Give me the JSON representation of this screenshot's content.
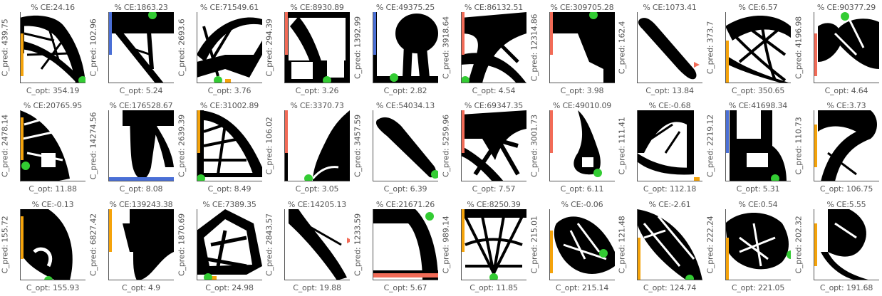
{
  "colors": {
    "structure": "#000000",
    "load_point": "#33cc33",
    "support_orange": "#f5a30a",
    "support_blue": "#4a6fd6",
    "support_red": "#f26b57",
    "label_text": "#555555"
  },
  "panels": [
    {
      "ce": "% CE:24.16",
      "pred": "C_pred: 439.75",
      "opt": "C_opt: 354.19"
    },
    {
      "ce": "% CE:1863.23",
      "pred": "C_pred: 102.96",
      "opt": "C_opt: 5.24"
    },
    {
      "ce": "% CE:71549.61",
      "pred": "C_pred: 2693.6",
      "opt": "C_opt: 3.76"
    },
    {
      "ce": "% CE:8930.89",
      "pred": "C_pred: 294.39",
      "opt": "C_opt: 3.26"
    },
    {
      "ce": "% CE:49375.25",
      "pred": "C_pred: 1392.99",
      "opt": "C_opt: 2.82"
    },
    {
      "ce": "% CE:86132.51",
      "pred": "C_pred: 3918.64",
      "opt": "C_opt: 4.54"
    },
    {
      "ce": "% CE:309705.28",
      "pred": "C_pred: 12314.86",
      "opt": "C_opt: 3.98"
    },
    {
      "ce": "% CE:1073.41",
      "pred": "C_pred: 162.4",
      "opt": "C_opt: 13.84"
    },
    {
      "ce": "% CE:6.57",
      "pred": "C_pred: 373.7",
      "opt": "C_opt: 350.65"
    },
    {
      "ce": "% CE:90377.29",
      "pred": "C_pred: 4196.98",
      "opt": "C_opt: 4.64"
    },
    {
      "ce": "% CE:20765.95",
      "pred": "C_pred: 2478.14",
      "opt": "C_opt: 11.88"
    },
    {
      "ce": "% CE:176528.67",
      "pred": "C_pred: 14274.56",
      "opt": "C_opt: 8.08"
    },
    {
      "ce": "% CE:31002.89",
      "pred": "C_pred: 2639.39",
      "opt": "C_opt: 8.49"
    },
    {
      "ce": "% CE:3370.73",
      "pred": "C_pred: 106.02",
      "opt": "C_opt: 3.05"
    },
    {
      "ce": "% CE:54034.13",
      "pred": "C_pred: 3457.59",
      "opt": "C_opt: 6.39"
    },
    {
      "ce": "% CE:69347.35",
      "pred": "C_pred: 5259.96",
      "opt": "C_opt: 7.57"
    },
    {
      "ce": "% CE:49010.09",
      "pred": "C_pred: 3001.73",
      "opt": "C_opt: 6.11"
    },
    {
      "ce": "% CE:-0.68",
      "pred": "C_pred: 111.41",
      "opt": "C_opt: 112.18"
    },
    {
      "ce": "% CE:41698.34",
      "pred": "C_pred: 2219.12",
      "opt": "C_opt: 5.31"
    },
    {
      "ce": "% CE:3.73",
      "pred": "C_pred: 110.73",
      "opt": "C_opt: 106.75"
    },
    {
      "ce": "% CE:-0.13",
      "pred": "C_pred: 155.72",
      "opt": "C_opt: 155.93"
    },
    {
      "ce": "% CE:139243.38",
      "pred": "C_pred: 6827.42",
      "opt": "C_opt: 4.9"
    },
    {
      "ce": "% CE:7389.35",
      "pred": "C_pred: 1870.69",
      "opt": "C_opt: 24.98"
    },
    {
      "ce": "% CE:14205.13",
      "pred": "C_pred: 2843.57",
      "opt": "C_opt: 19.88"
    },
    {
      "ce": "% CE:21671.26",
      "pred": "C_pred: 1233.59",
      "opt": "C_opt: 5.67"
    },
    {
      "ce": "% CE:8250.39",
      "pred": "C_pred: 989.14",
      "opt": "C_opt: 11.85"
    },
    {
      "ce": "% CE:-0.06",
      "pred": "C_pred: 215.01",
      "opt": "C_opt: 215.14"
    },
    {
      "ce": "% CE:-2.61",
      "pred": "C_pred: 121.48",
      "opt": "C_opt: 124.74"
    },
    {
      "ce": "% CE:0.54",
      "pred": "C_pred: 222.24",
      "opt": "C_opt: 221.05"
    },
    {
      "ce": "% CE:5.55",
      "pred": "C_pred: 202.32",
      "opt": "C_opt: 191.68"
    }
  ]
}
